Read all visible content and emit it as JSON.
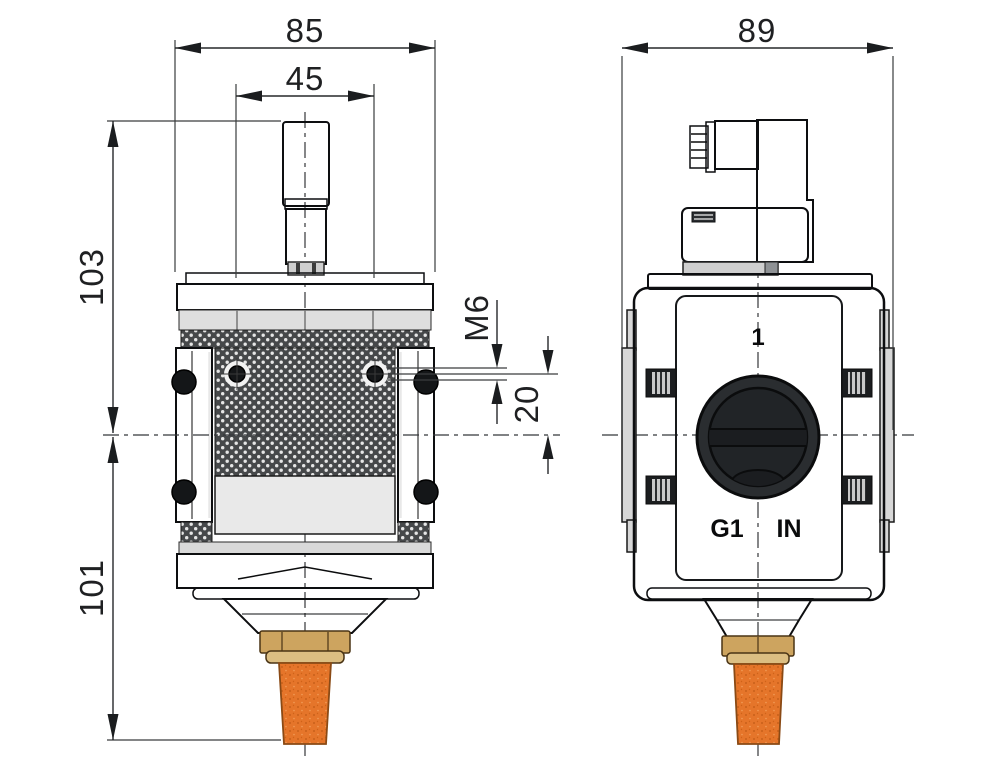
{
  "drawing": {
    "dimensions": {
      "front_overall_width": "85",
      "front_stem_span": "45",
      "side_overall_width": "89",
      "upper_height": "103",
      "lower_height": "101",
      "mount_thread": "M6",
      "mount_hole_offset": "20"
    },
    "port_markings": {
      "port_number": "1",
      "thread_size": "G1",
      "flow_label": "IN"
    },
    "colors": {
      "line": "#0d0e10",
      "body_dark": "#2e3134",
      "body_darker": "#232528",
      "light_gray": "#d9d9d9",
      "brass": "#cda45f",
      "orange": "#e5752a",
      "background": "#ffffff"
    }
  }
}
